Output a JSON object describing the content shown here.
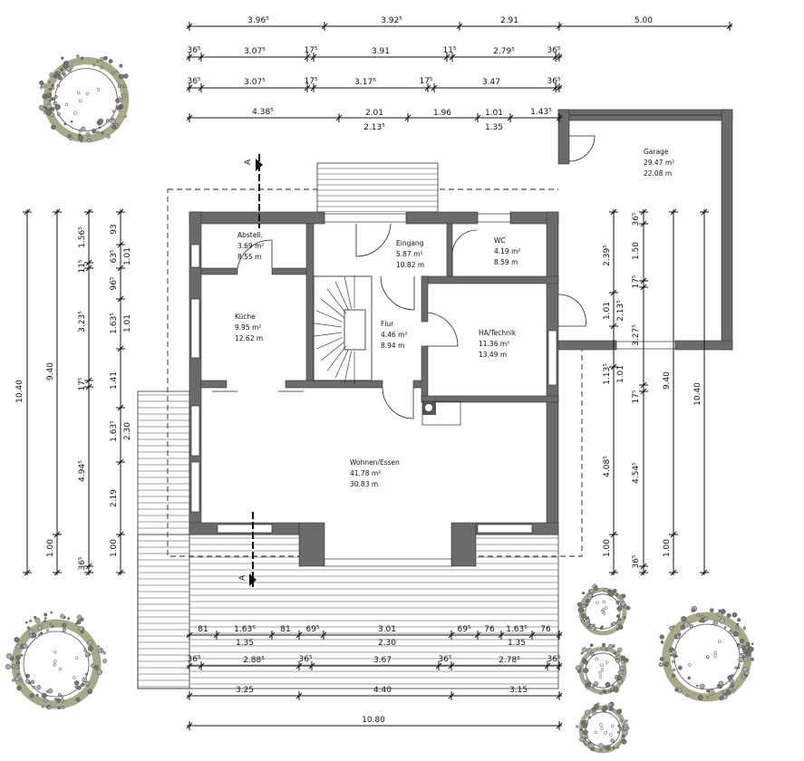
{
  "plan": {
    "section_marker": "A",
    "rooms": {
      "abstell": {
        "name": "Abstell.",
        "area": "3.69 m²",
        "perimeter": "8.55 m"
      },
      "kueche": {
        "name": "Küche",
        "area": "9.95 m²",
        "perimeter": "12.62 m"
      },
      "eingang": {
        "name": "Eingang",
        "area": "5.87 m²",
        "perimeter": "10.82 m"
      },
      "wc": {
        "name": "WC",
        "area": "4.19 m²",
        "perimeter": "8.59 m"
      },
      "flur": {
        "name": "Flur",
        "area": "4.46 m²",
        "perimeter": "8.94 m"
      },
      "technik": {
        "name": "HA/Technik",
        "area": "11.36 m²",
        "perimeter": "13.49 m"
      },
      "wohnen": {
        "name": "Wohnen/Essen",
        "area": "41.78 m²",
        "perimeter": "30.83 m"
      },
      "garage": {
        "name": "Garage",
        "area": "29.47 m²",
        "perimeter": "22.08 m"
      }
    },
    "colors": {
      "wall": "#6b6b6b",
      "tree": "#a9a98a"
    }
  },
  "dimensions": {
    "top1": [
      "3.96⁵",
      "3.92⁵",
      "2.91",
      "5.00"
    ],
    "top2": [
      "36⁵",
      "3.07⁵",
      "17⁵",
      "3.91",
      "11⁵",
      "2.79⁵",
      "36⁵"
    ],
    "top3": [
      "36⁵",
      "3.07⁵",
      "17⁵",
      "3.17⁵",
      "17⁵",
      "3.47",
      "36⁵"
    ],
    "top4": [
      "4.38⁵",
      "2.01",
      "1.96",
      "1.01",
      "1.43⁵"
    ],
    "top4_below": [
      "2.13⁵",
      "1.35"
    ],
    "left1": [
      "10.40"
    ],
    "left2": [
      "9.40",
      "1.00"
    ],
    "left3": [
      "1.56⁵",
      "11⁵",
      "3.23⁵",
      "17⁵",
      "4.94⁵",
      "36⁵"
    ],
    "left4": [
      "93",
      "63⁵",
      "96⁵",
      "1.63⁵",
      "1.41",
      "1.63⁵",
      "2.19",
      "1.00"
    ],
    "left4_right": [
      "1.01",
      "1.01",
      "2.30"
    ],
    "right1": [
      "2.39⁵",
      "1.01",
      "1.13⁵",
      "4.08⁵",
      "1.00"
    ],
    "right1_right": [
      "2.13⁵",
      "1.01"
    ],
    "right2": [
      "36⁵",
      "1.50",
      "17⁵",
      "3.27⁵",
      "17⁵",
      "4.54⁵",
      "36⁵"
    ],
    "right3": [
      "9.40",
      "1.00"
    ],
    "right4": [
      "10.40"
    ],
    "bottom1": [
      "81",
      "1.63⁵",
      "81",
      "69⁵",
      "3.01",
      "69⁵",
      "76",
      "1.63⁵",
      "76"
    ],
    "bottom1_below": [
      "1.35",
      "2.30",
      "1.35"
    ],
    "bottom2": [
      "36⁵",
      "2.88⁵",
      "36⁵",
      "3.67",
      "36⁵",
      "2.78⁵",
      "36⁵"
    ],
    "bottom3": [
      "3.25",
      "4.40",
      "3.15"
    ],
    "bottom4": [
      "10.80"
    ]
  }
}
